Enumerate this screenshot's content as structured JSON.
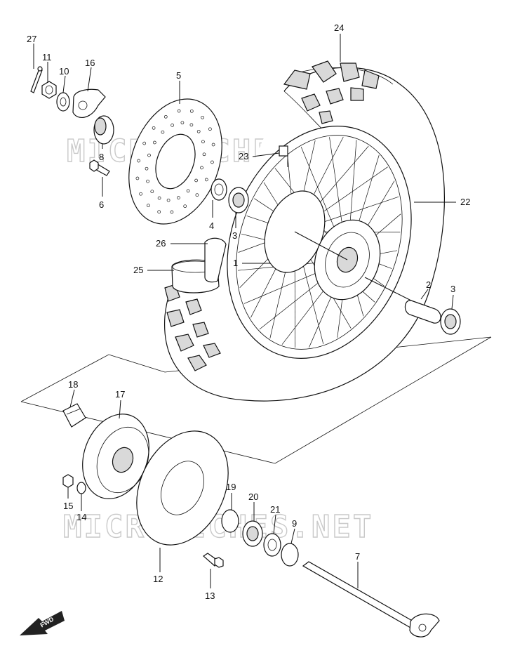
{
  "watermark": "MICROFICHES.NET",
  "fwd_label": "FWD",
  "callouts": [
    {
      "num": "27",
      "part": "cotter-pin"
    },
    {
      "num": "11",
      "part": "axle-nut"
    },
    {
      "num": "10",
      "part": "washer"
    },
    {
      "num": "16",
      "part": "chain-adjuster"
    },
    {
      "num": "5",
      "part": "brake-disc"
    },
    {
      "num": "8",
      "part": "spacer"
    },
    {
      "num": "6",
      "part": "disc-bolt"
    },
    {
      "num": "24",
      "part": "tire"
    },
    {
      "num": "23",
      "part": "valve"
    },
    {
      "num": "22",
      "part": "rim"
    },
    {
      "num": "4",
      "part": "oil-seal"
    },
    {
      "num": "3",
      "part": "bearing-left"
    },
    {
      "num": "26",
      "part": "rim-band"
    },
    {
      "num": "25",
      "part": "tube"
    },
    {
      "num": "1",
      "part": "wheel-assembly"
    },
    {
      "num": "2",
      "part": "bearing-spacer"
    },
    {
      "num": "3",
      "part": "bearing-right"
    },
    {
      "num": "18",
      "part": "cushion"
    },
    {
      "num": "17",
      "part": "sprocket-drum"
    },
    {
      "num": "15",
      "part": "nut"
    },
    {
      "num": "14",
      "part": "washer-small"
    },
    {
      "num": "19",
      "part": "drum-spacer"
    },
    {
      "num": "20",
      "part": "drum-bearing"
    },
    {
      "num": "21",
      "part": "drum-seal"
    },
    {
      "num": "9",
      "part": "axle-spacer"
    },
    {
      "num": "7",
      "part": "axle"
    },
    {
      "num": "12",
      "part": "sprocket"
    },
    {
      "num": "13",
      "part": "sprocket-bolt"
    }
  ]
}
